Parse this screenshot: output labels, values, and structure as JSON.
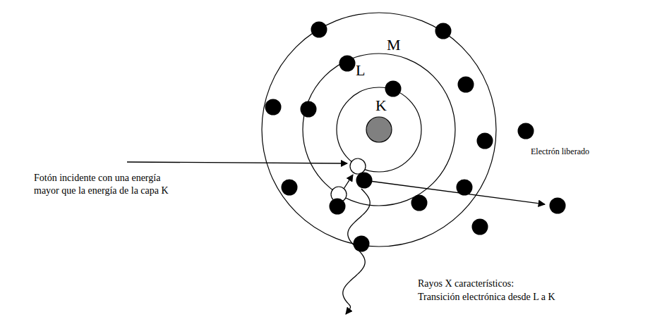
{
  "diagram": {
    "labels": [
      "M",
      "L",
      "K",
      "Electrón liberado",
      "Fotón incidente con una energía mayor que la energía de la capa K",
      "Rayos X característicos:",
      "Transición electrónica desde L a K"
    ]
  }
}
